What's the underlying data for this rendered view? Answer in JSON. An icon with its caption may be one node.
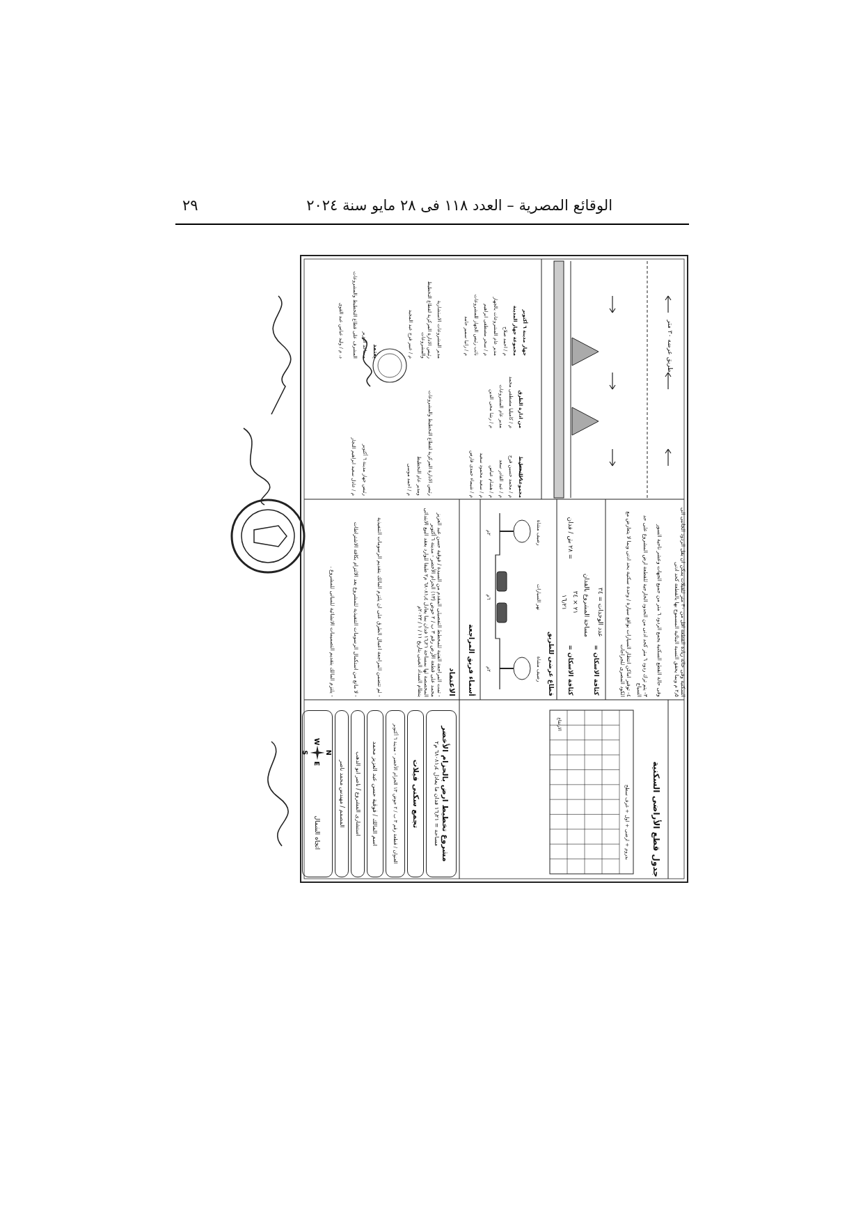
{
  "diagram": {
    "title": "الوقائع المصرية – العدد ١١٨ فى ٢٨ مايو سنة ٢٠٢٤",
    "nodes": [
      {
        "text": [
          "مشروع تخطيط ارض بالحزام الأخضر",
          "مساحة = ١٦٫٢١ فدان ما يعادل ٦٨٠٨١٫٤ م٢"
        ]
      },
      {
        "text": [
          "تجمع سكنى فيلات"
        ]
      },
      {
        "text": [
          "العنوان / قطعة رقم ٣ ب / ٢ حوض ١٣ الحزام الأخضر - مدينة ٦ أكتوبر"
        ]
      },
      {
        "text": [
          "اسم المالك / فوقية حسن عبد العزيز محمد"
        ]
      },
      {
        "text": [
          "استشارى المشروع / ناصر ابو الدهب"
        ]
      },
      {
        "text": [
          "المصمم / مهندس محمد ناصر"
        ]
      },
      {
        "text": [
          "اتجاه الشمال"
        ]
      }
    ],
    "labels": [
      "٢٩",
      "طريق عرضه ٣٠ متر",
      "السكنية وفى حالة زيادة القطعة اقل من ٣٠ متر للفيلات يمكن ان يقل الردود الجانبى الى ٢٫٥ م وبما يحقق النسبة البنائية المسموح بها بالقطعة كحد ادنى",
      "وفى حالة القطع السكنية يجمع الردود ٦ متر من جميع الجهات وعشر ناحية السور",
      "٣- يتم ترك ردود ٦ متر كحد ادنى من الحدود الخارجية للقطعة ارض المشروع على حد السياج",
      "٤- توفير اماكن انتظار السيارات بواقع سيارة / وحدة سكنية بحد ادنى وبما لا يتعارض مع الكود المصرى للجراجات",
      "كثافة الاسكان =",
      "عدد الوحدات = ٣٤",
      "مساحة المشروع بالفدان",
      "كثافة الاسكان =",
      "٢١ × ٣٤",
      "١٦٫٢١",
      "= ٢٨ ش / فدان",
      "قطاع عرضى للطريق",
      "رصيف مشاة",
      "٢م",
      "نهر السيارات",
      "٦م",
      "رصيف مشاة",
      "٢م",
      "أسماء فريق المراجعة",
      "الاعتماد",
      "- تمت المراجعة الفنية للمخطط التفصيلى المقدم من السيدة / فوقية حسن عبد العزيز محمد على قطعة الأرض رقم ٣ ب / ٢ حوض (١٣) الحزام الأخضر - مدينة ٦ أكتوبر المخصصة لها بمساحة ١٦٫٢١ فدان بما يعادل ٦٨٠٨١٫٤ م٢ طبقا للوارد بعقد البيع الابتدائى بنظام السداد العينى بتاريخ ١١ / ١ / ٢٠٢٣م",
      "- لم تتضمن المراجعة اعمال الطرق على ان يلتزم المالك بتقديم الرسومات التنفيذية",
      "- لا مانع من استكمال الرسومات التنفيذية للمشروع بعد الالتزام بكافة الاشتراطات",
      "- يلتزم المالك بتقديم التصميمات الانشائية للمبانى للمشروع .",
      "مجموعة التخطيط",
      "م / محمد حسين فرج",
      "م / عبد القادر سعد",
      "م / هشام عباس",
      "م / سعيد محمود سعيد",
      "م / شيماء حمدى فارس",
      "من ادارة الطرق",
      "م / كاميليا مصطفى محمد",
      "مدير عام المشروعات",
      "م / رشا محى الدين",
      "جهاز مدينة ٦ أكتوبر",
      "مجموعة جهاز المدينة",
      "م / احمد صلاح",
      "مدير عام المشروعات بالجهاز",
      "م / سحر مصطفى ابراهيم",
      "نائب رئيس الجهاز للمشروعات",
      "م / رانيا سمير حامد",
      "رئيس الادارة المركزية لقطاع التخطيط والمشروعات",
      "ومدير عام التخطيط",
      "م / احمد موسى",
      "رئيس جهاز مدينة ٦ أكتوبر",
      "م / عادل سعيد ابراهيم النجار",
      "مدير المشروعات الاستشارية",
      "رئيس الادارة المركزية لقطاع التخطيط والمشروعات",
      "م / عبير فرج عبد المجيد",
      "يعتمد",
      "مساعد الوزير",
      "المشرف على قطاع التخطيط والمشروعات",
      "د. م / وليد عباس عبد القوى",
      "جدول قطع الأراضى السكنية",
      "بدروم + ارضى + اول + غرف سطح",
      "الارتفاع",
      "N",
      "E",
      "S",
      "W"
    ]
  }
}
